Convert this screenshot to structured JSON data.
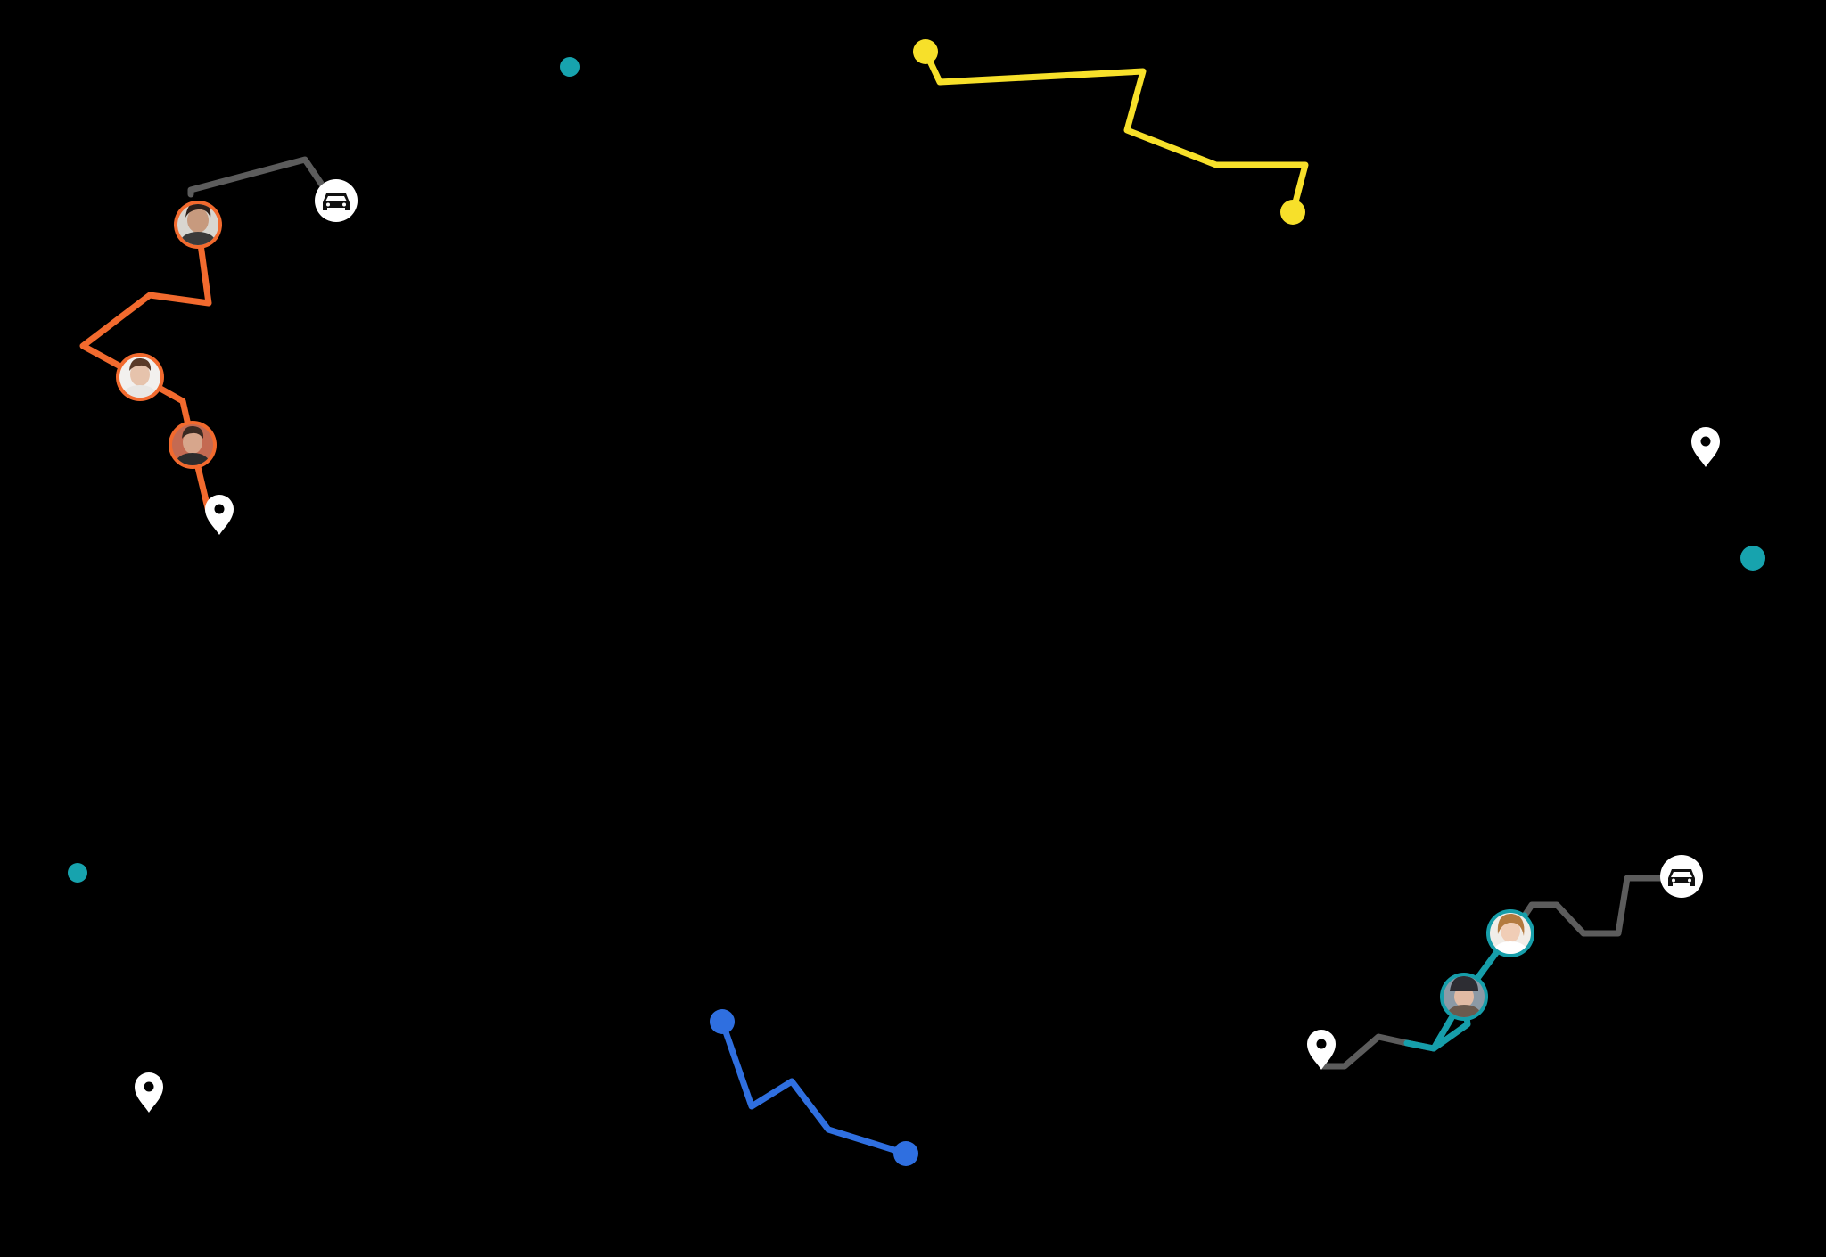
{
  "colors": {
    "background": "#000000",
    "orange_route": "#F26A2E",
    "yellow_route": "#F7E02A",
    "blue_route": "#2F6FE0",
    "teal_route": "#169EAA",
    "gray_route": "#5C5C5C",
    "marker_white": "#FFFFFF",
    "teal_dot": "#17A3AE"
  },
  "icons": {
    "car": "car-icon",
    "pin": "location-pin-icon",
    "avatar": "avatar-icon",
    "dot": "location-dot-icon"
  },
  "routes": [
    {
      "name": "orange-route",
      "color_key": "orange_route"
    },
    {
      "name": "gray-route-top",
      "color_key": "gray_route"
    },
    {
      "name": "yellow-route",
      "color_key": "yellow_route"
    },
    {
      "name": "blue-route",
      "color_key": "blue_route"
    },
    {
      "name": "teal-route",
      "color_key": "teal_route"
    },
    {
      "name": "gray-route-bottom",
      "color_key": "gray_route"
    }
  ]
}
